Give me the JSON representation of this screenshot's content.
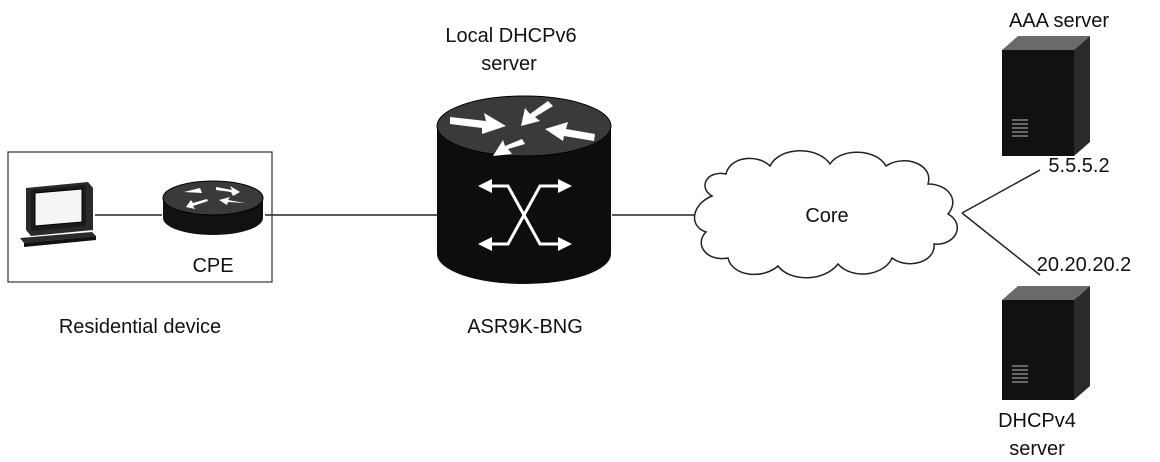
{
  "labels": {
    "dhcpv6_line1": "Local DHCPv6",
    "dhcpv6_line2": "server",
    "aaa": "AAA server",
    "aaa_ip": "5.5.5.2",
    "dhcpv4_ip": "20.20.20.2",
    "dhcpv4_line1": "DHCPv4",
    "dhcpv4_line2": "server",
    "core": "Core",
    "cpe": "CPE",
    "residential": "Residential device",
    "bng": "ASR9K-BNG"
  },
  "colors": {
    "line": "#222222",
    "device_dark": "#0d0d0d",
    "device_mid": "#3a3a3a",
    "server_top": "#6a6a6a",
    "server_side": "#2a2a2a"
  }
}
